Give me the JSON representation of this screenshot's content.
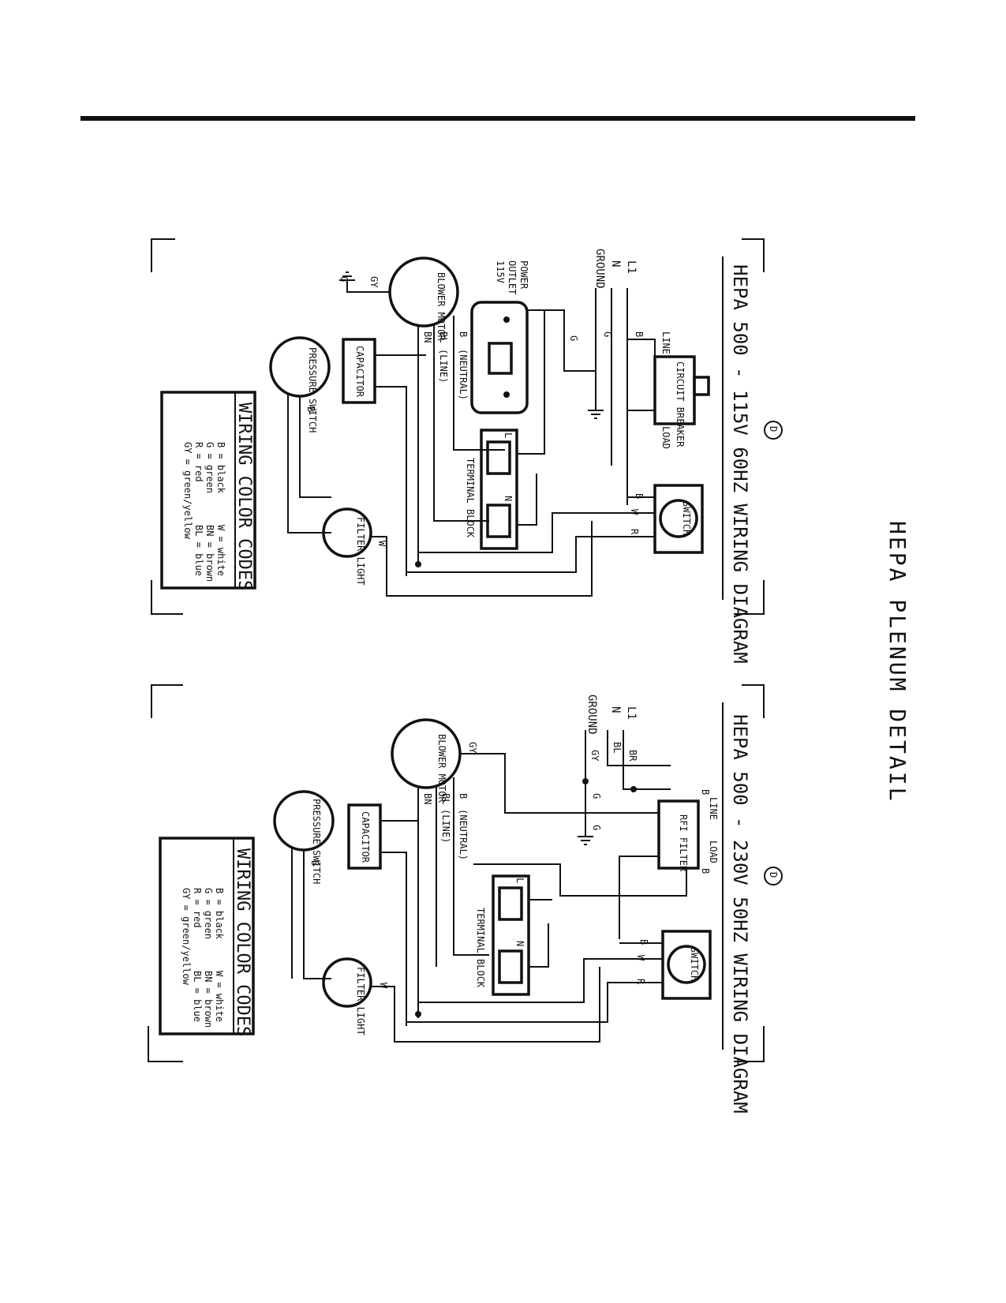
{
  "page": {
    "side_title": "HEPA PLENUM DETAIL"
  },
  "diagrams": [
    {
      "title": "HEPA 500 - 115V 60HZ WIRING DIAGRAM",
      "marker": "D",
      "inputs": {
        "l1": "L1",
        "n": "N",
        "ground": "GROUND"
      },
      "components": {
        "circuit_breaker": "CIRCUIT BREAKER",
        "line": "LINE",
        "load": "LOAD",
        "power_outlet": [
          "POWER",
          "OUTLET",
          "115V"
        ],
        "blower_motor": "BLOWER MOTOR",
        "capacitor": "CAPACITOR",
        "pressure_switch": "PRESSURE SWITCH",
        "terminal_block": "TERMINAL BLOCK",
        "tb_l": "L",
        "tb_n": "N",
        "filter_light": "FILTER LIGHT",
        "switch": "SWITCH"
      },
      "wire_labels": {
        "b": "B",
        "g": "G",
        "gy": "GY",
        "bl": "BL",
        "bn": "BN",
        "w": "W",
        "r": "R",
        "neutral": "(NEUTRAL)",
        "line": "(LINE)"
      }
    },
    {
      "title": "HEPA 500 - 230V 50HZ WIRING DIAGRAM",
      "marker": "D",
      "inputs": {
        "l1": "L1",
        "n": "N",
        "ground": "GROUND"
      },
      "components": {
        "rfi_filter": "RFI FILTER",
        "line": "LINE",
        "load": "LOAD",
        "blower_motor": "BLOWER MOTOR",
        "capacitor": "CAPACITOR",
        "pressure_switch": "PRESSURE SWITCH",
        "terminal_block": "TERMINAL BLOCK",
        "tb_l": "L",
        "tb_n": "N",
        "filter_light": "FILTER LIGHT",
        "switch": "SWITCH"
      },
      "wire_labels": {
        "b": "B",
        "g": "G",
        "gy": "GY",
        "bl": "BL",
        "bn": "BN",
        "br": "BR",
        "w": "W",
        "r": "R",
        "neutral": "(NEUTRAL)",
        "line": "(LINE)"
      }
    }
  ],
  "legend": {
    "title": "WIRING COLOR CODES",
    "left": [
      "B = black",
      "G = green",
      "R = red",
      "GY = green/yellow"
    ],
    "right": [
      "W = white",
      "BN = brown",
      "BL = blue"
    ]
  }
}
